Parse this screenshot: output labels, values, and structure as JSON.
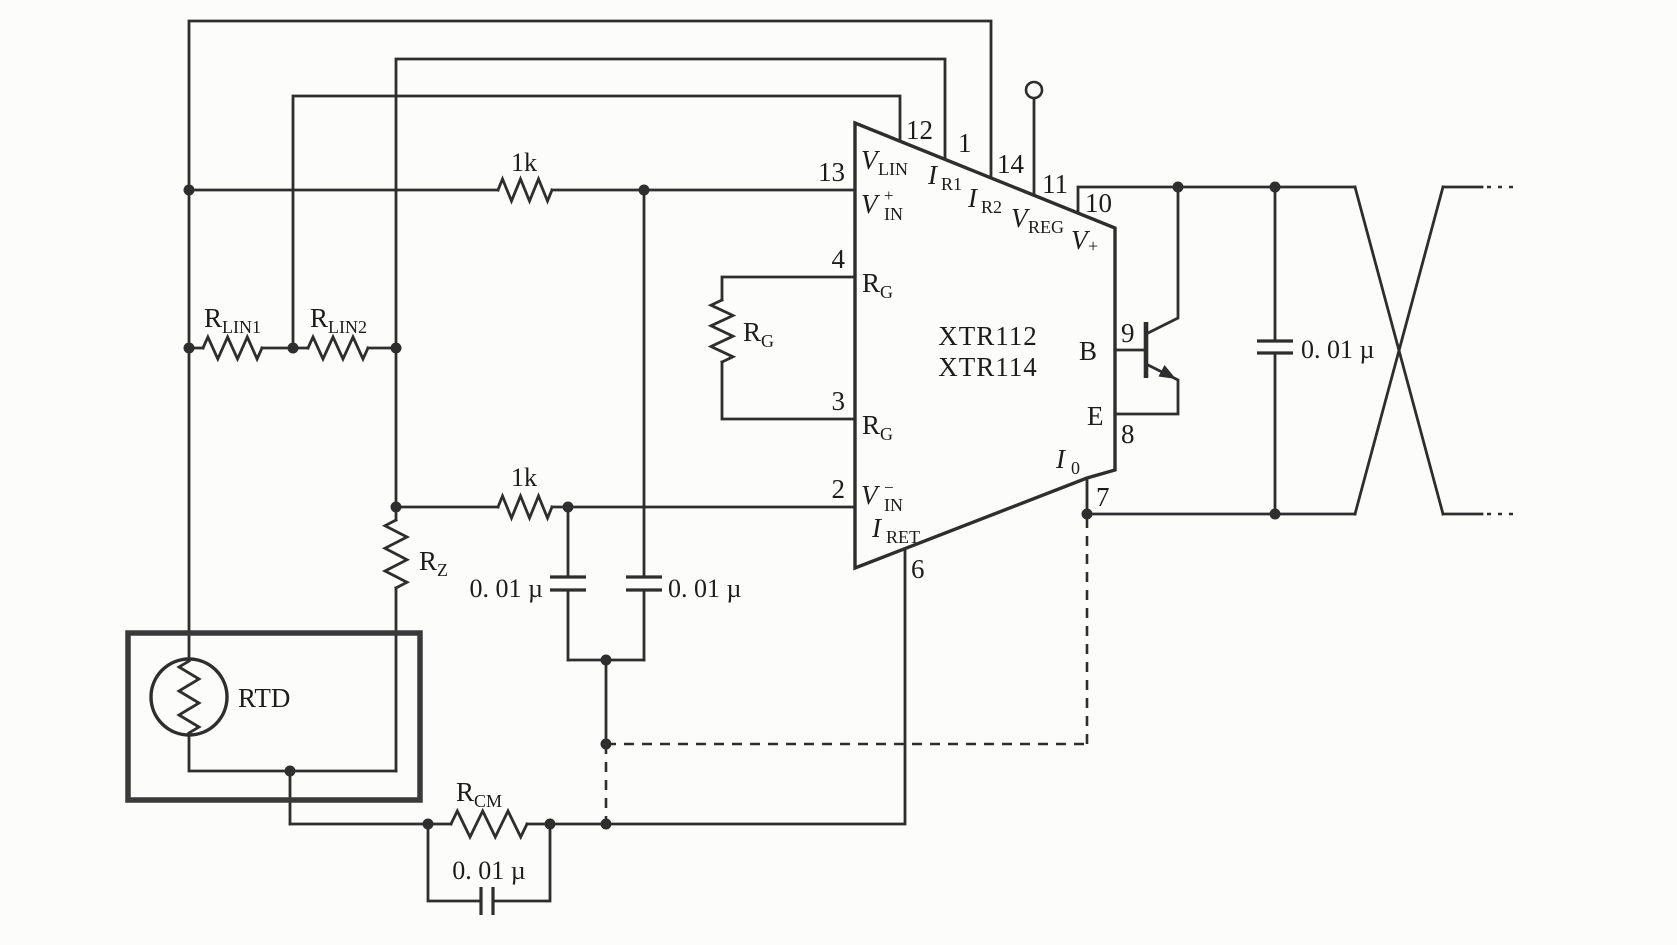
{
  "ic": {
    "part1": "XTR112",
    "part2": "XTR114",
    "pins": {
      "n13": "13",
      "n12": "12",
      "n1": "1",
      "n14": "14",
      "n11": "11",
      "n10": "10",
      "n9": "9",
      "n8": "8",
      "n7": "7",
      "n6": "6",
      "n4": "4",
      "n3": "3",
      "n2": "2"
    },
    "signals": {
      "vlin": {
        "m": "V",
        "s": "LIN"
      },
      "ir1": {
        "m": "I",
        "s": "R1"
      },
      "ir2": {
        "m": "I",
        "s": "R2"
      },
      "vreg": {
        "m": "V",
        "s": "REG"
      },
      "vplus": {
        "m": "V",
        "s": "+"
      },
      "vinp": {
        "m": "V",
        "s": "IN",
        "p": "+"
      },
      "vinn": {
        "m": "V",
        "s": "IN",
        "p": "−"
      },
      "rg4": {
        "m": "R",
        "s": "G"
      },
      "rg3": {
        "m": "R",
        "s": "G"
      },
      "iret": {
        "m": "I",
        "s": "RET"
      },
      "io": {
        "m": "I",
        "s": "0"
      },
      "base": "B",
      "emitter": "E"
    }
  },
  "components": {
    "rlin1": {
      "m": "R",
      "s": "LIN1"
    },
    "rlin2": {
      "m": "R",
      "s": "LIN2"
    },
    "rz": {
      "m": "R",
      "s": "Z"
    },
    "rg": {
      "m": "R",
      "s": "G"
    },
    "rcm": {
      "m": "R",
      "s": "CM"
    },
    "r1k_top": "1k",
    "r1k_bot": "1k",
    "rtd": "RTD",
    "cap_vinn": "0. 01 µ",
    "cap_vinp": "0. 01 µ",
    "cap_out": "0. 01 µ",
    "cap_rcm": "0. 01 µ"
  },
  "colors": {
    "line": "#2e2e2e",
    "paper": "#fcfcfa"
  }
}
